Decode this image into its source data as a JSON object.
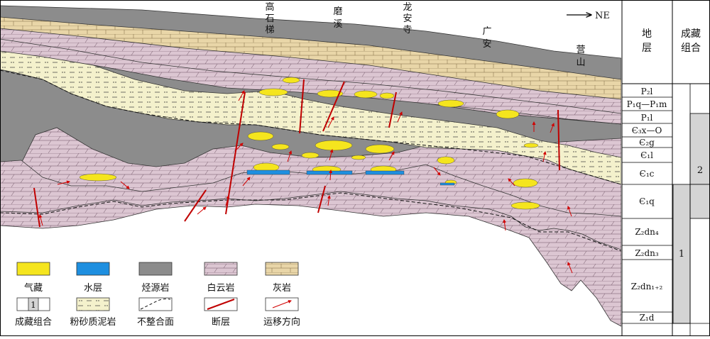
{
  "direction": "NE",
  "locations": [
    {
      "chars": [
        "高",
        "石",
        "梯"
      ]
    },
    {
      "chars": [
        "磨",
        "溪"
      ]
    },
    {
      "chars": [
        "龙",
        "安",
        "寺"
      ]
    },
    {
      "chars": [
        "广",
        "安"
      ]
    },
    {
      "chars": [
        "营",
        "山"
      ]
    }
  ],
  "column_headers": {
    "strata": [
      "地",
      "层"
    ],
    "assemblage": [
      "成藏",
      "组合"
    ]
  },
  "strata": [
    {
      "id": "p2l",
      "label": "P₂l"
    },
    {
      "id": "p1qm",
      "label": "P₁q—P₁m"
    },
    {
      "id": "p1l",
      "label": "P₁l"
    },
    {
      "id": "c3xo",
      "label": "Є₃x—O"
    },
    {
      "id": "c2g",
      "label": "Є₂g"
    },
    {
      "id": "c1l",
      "label": "Є₁l"
    },
    {
      "id": "c1c",
      "label": "Є₁c"
    },
    {
      "id": "c1q",
      "label": "Є₁q"
    },
    {
      "id": "z2dn4",
      "label": "Z₂dn₄"
    },
    {
      "id": "z2dn3",
      "label": "Z₂dn₃"
    },
    {
      "id": "z2dn12",
      "label": "Z₂dn₁₊₂"
    },
    {
      "id": "z1d",
      "label": "Z₁d"
    }
  ],
  "assemblages": [
    {
      "id": "a2",
      "label": "2"
    },
    {
      "id": "a1",
      "label": "1"
    }
  ],
  "legend": [
    {
      "id": "gas",
      "label": "气藏",
      "color": "#f5e51e"
    },
    {
      "id": "water",
      "label": "水层",
      "color": "#1e8fe0"
    },
    {
      "id": "source",
      "label": "烃源岩",
      "color": "#8c8c8c"
    },
    {
      "id": "dolomite",
      "label": "白云岩",
      "color": "#dcc6d2"
    },
    {
      "id": "limestone",
      "label": "灰岩",
      "color": "#e9d6a8"
    },
    {
      "id": "assemblage",
      "label": "成藏组合",
      "sample": "1"
    },
    {
      "id": "siltmud",
      "label": "粉砂质泥岩",
      "color": "#f4f1cc"
    },
    {
      "id": "unconformity",
      "label": "不整合面"
    },
    {
      "id": "fault",
      "label": "断层",
      "color": "#c00000"
    },
    {
      "id": "migration",
      "label": "运移方向",
      "color": "#d00000"
    }
  ]
}
